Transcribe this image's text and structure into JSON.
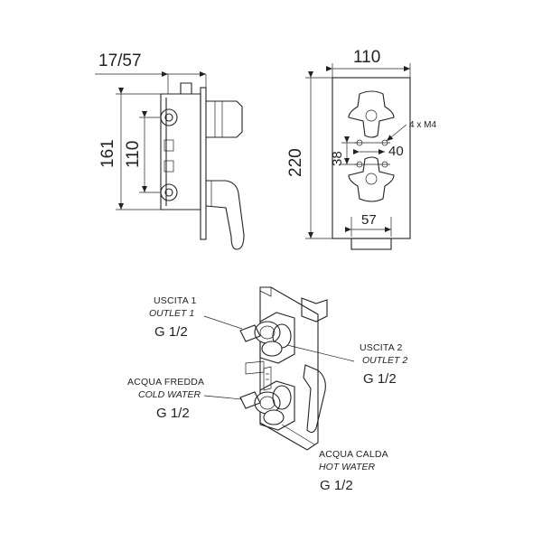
{
  "dimensions": {
    "side_depth": "17/57",
    "side_height_total": "161",
    "side_height_inner": "110",
    "front_width": "110",
    "front_height": "220",
    "hole_spacing_vertical": "38",
    "hole_spacing_horizontal": "40",
    "bottom_width": "57",
    "screws": "4 x M4"
  },
  "callouts": {
    "outlet1": {
      "label_it": "USCITA 1",
      "label_en": "OUTLET 1",
      "thread": "G 1/2"
    },
    "outlet2": {
      "label_it": "USCITA 2",
      "label_en": "OUTLET 2",
      "thread": "G 1/2"
    },
    "cold": {
      "label_it": "ACQUA FREDDA",
      "label_en": "COLD WATER",
      "thread": "G 1/2"
    },
    "hot": {
      "label_it": "ACQUA CALDA",
      "label_en": "HOT WATER",
      "thread": "G 1/2"
    }
  }
}
